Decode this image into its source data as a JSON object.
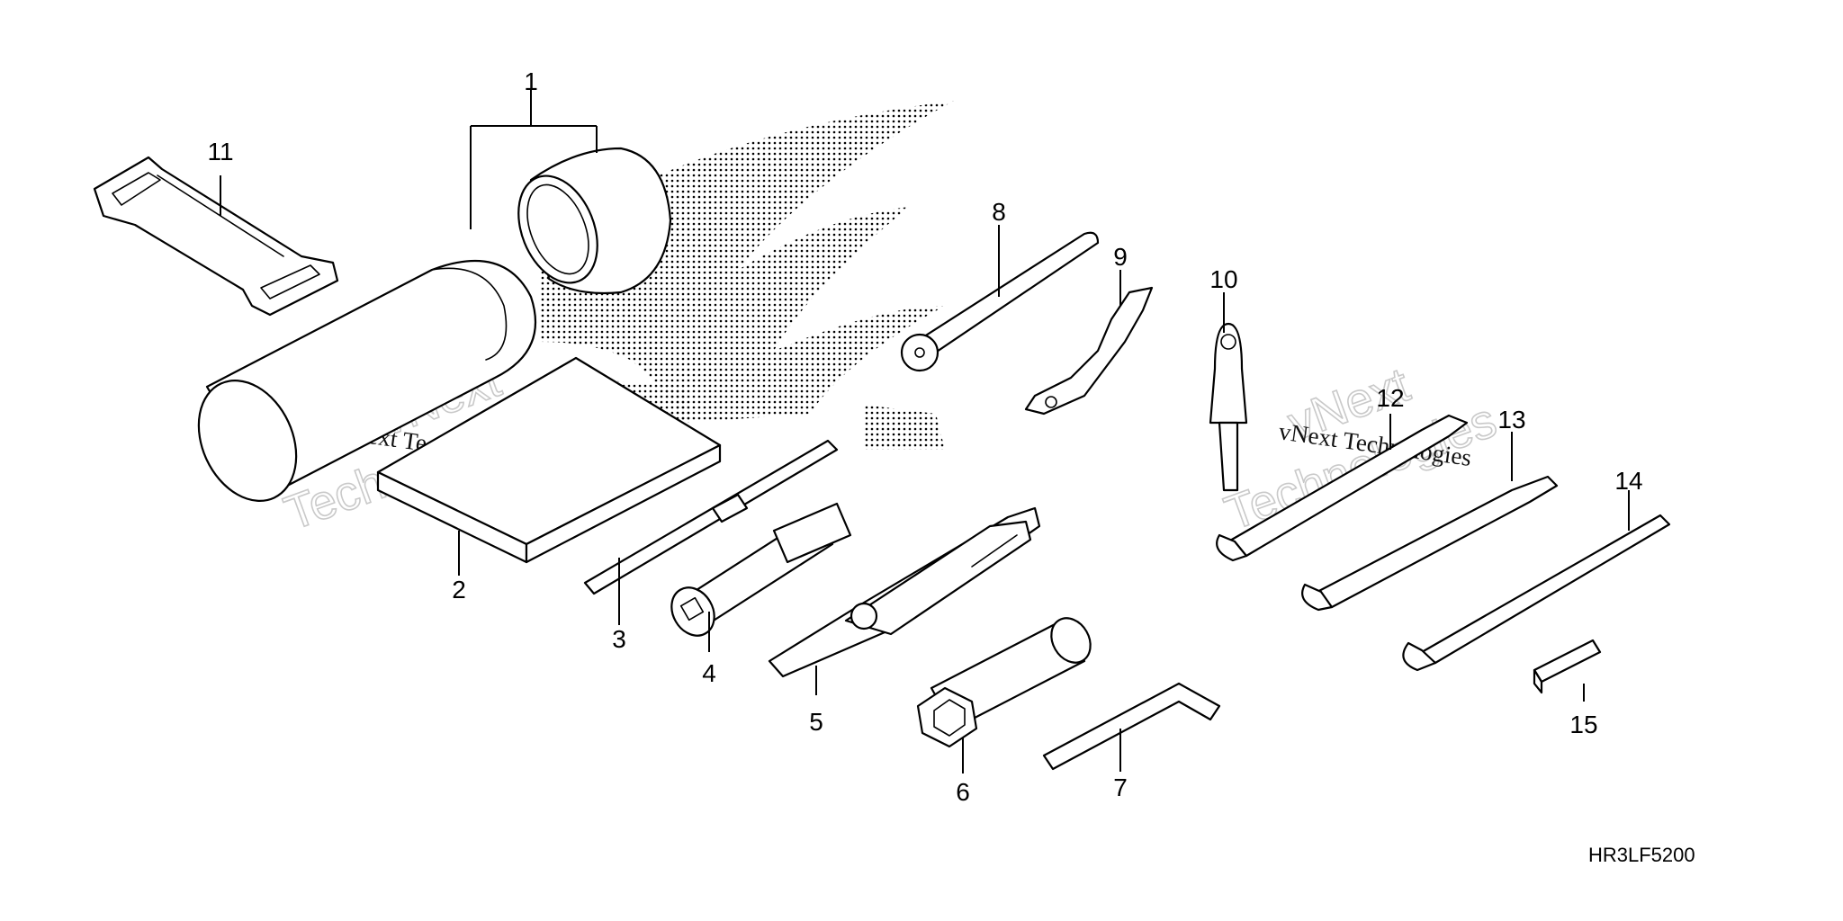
{
  "diagram": {
    "part_code": "HR3LF5200",
    "watermark_lines": [
      "vNext",
      "Technologies",
      "vNext Technologies"
    ],
    "callouts": [
      "1",
      "2",
      "3",
      "4",
      "5",
      "6",
      "7",
      "8",
      "9",
      "10",
      "11",
      "12",
      "13",
      "14",
      "15"
    ],
    "ink_color": "#000000",
    "background_color": "#ffffff",
    "logo": "honda-wing-logo-dotted"
  }
}
